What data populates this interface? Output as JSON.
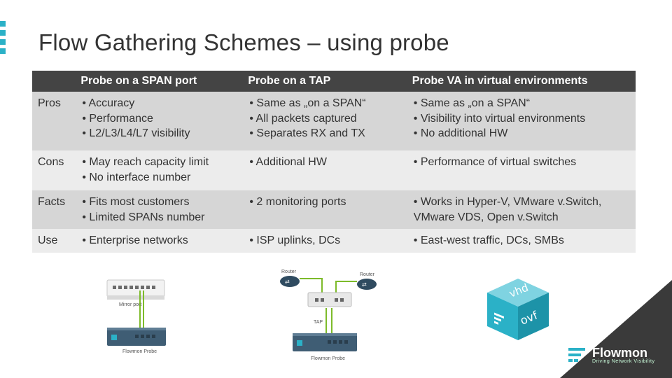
{
  "title": "Flow Gathering Schemes – using probe",
  "table": {
    "headers": [
      "",
      "Probe on a SPAN port",
      "Probe on a TAP",
      "Probe VA in virtual environments"
    ],
    "rows": [
      {
        "label": "Pros",
        "cells": [
          [
            "• Accuracy",
            "• Performance",
            "• L2/L3/L4/L7 visibility"
          ],
          [
            "• Same as „on a SPAN“",
            "• All packets captured",
            "• Separates RX and TX"
          ],
          [
            "• Same as „on a SPAN“",
            "• Visibility into virtual environments",
            "• No additional HW"
          ]
        ]
      },
      {
        "label": "Cons",
        "cells": [
          [
            "• May reach capacity limit",
            "• No interface number"
          ],
          [
            "• Additional HW"
          ],
          [
            "• Performance of virtual switches"
          ]
        ]
      },
      {
        "label": "Facts",
        "cells": [
          [
            "• Fits most customers",
            "• Limited SPANs number"
          ],
          [
            "• 2 monitoring ports"
          ],
          [
            "• Works in Hyper-V, VMware v.Switch,",
            "VMware VDS, Open v.Switch"
          ]
        ]
      },
      {
        "label": "Use",
        "cells": [
          [
            "• Enterprise networks"
          ],
          [
            "• ISP uplinks, DCs"
          ],
          [
            "• East-west traffic, DCs, SMBs"
          ]
        ]
      }
    ]
  },
  "diagram_span": {
    "mirror_label": "Mirror port",
    "probe_label": "Flowmon Probe"
  },
  "diagram_tap": {
    "router_left_label": "Router",
    "router_right_label": "Router",
    "tap_label": "TAP",
    "probe_label": "Flowmon Probe"
  },
  "virtual_icon": {
    "vhd_label": "vhd",
    "ovf_label": "ovf"
  },
  "logo": {
    "name": "Flowmon",
    "tagline": "Driving Network Visibility"
  },
  "colors": {
    "accent": "#2bb1c7",
    "header_bg": "#444444",
    "row_dark": "#d6d6d6",
    "row_light": "#ececec",
    "corner": "#3a3a3a",
    "arrow_green": "#7dbb2a"
  }
}
